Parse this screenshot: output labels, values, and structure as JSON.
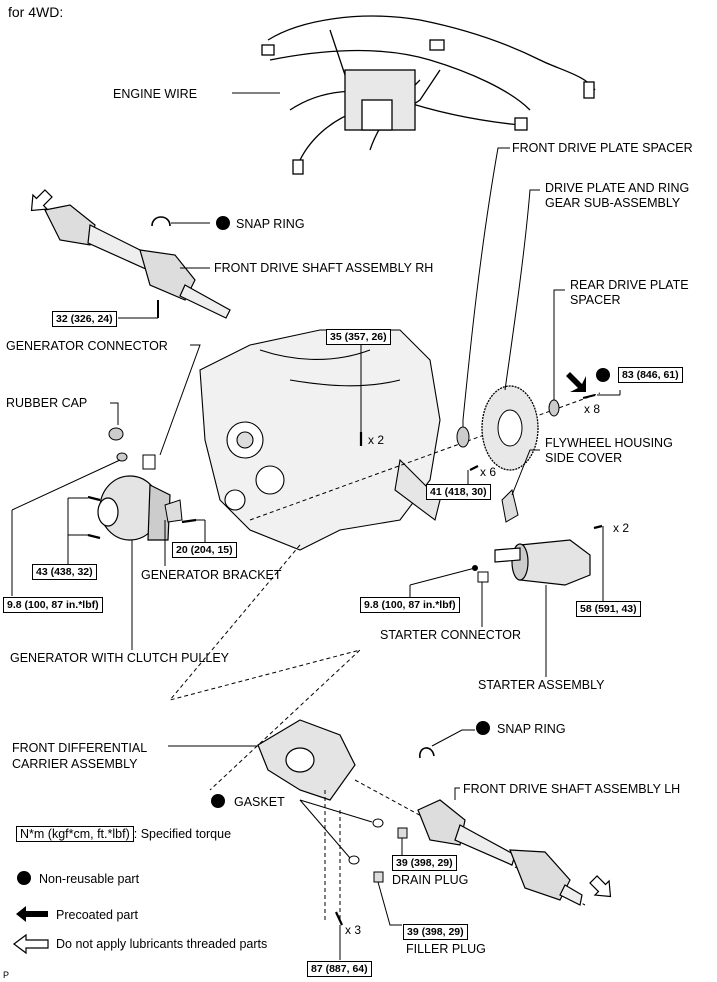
{
  "header": "for 4WD:",
  "labels": {
    "engine_wire": "ENGINE WIRE",
    "front_drive_plate_spacer": "FRONT DRIVE PLATE SPACER",
    "drive_plate": "DRIVE PLATE AND RING\nGEAR SUB-ASSEMBLY",
    "snap_ring_top": "SNAP RING",
    "front_drive_shaft_rh": "FRONT DRIVE SHAFT ASSEMBLY RH",
    "rear_drive_plate_spacer": "REAR DRIVE PLATE\nSPACER",
    "generator_connector": "GENERATOR CONNECTOR",
    "rubber_cap": "RUBBER CAP",
    "flywheel_housing": "FLYWHEEL HOUSING\nSIDE COVER",
    "generator_bracket": "GENERATOR BRACKET",
    "starter_connector": "STARTER CONNECTOR",
    "generator_clutch": "GENERATOR WITH CLUTCH PULLEY",
    "starter_assembly": "STARTER ASSEMBLY",
    "front_diff": "FRONT DIFFERENTIAL\nCARRIER ASSEMBLY",
    "snap_ring_bottom": "SNAP RING",
    "front_drive_shaft_lh": "FRONT DRIVE SHAFT ASSEMBLY LH",
    "gasket": "GASKET",
    "drain_plug": "DRAIN PLUG",
    "filler_plug": "FILLER PLUG"
  },
  "torques": {
    "t32": "32 (326, 24)",
    "t35": "35 (357, 26)",
    "t83": "83 (846, 61)",
    "t41": "41 (418, 30)",
    "t43": "43 (438, 32)",
    "t20": "20 (204, 15)",
    "t98a": "9.8 (100, 87 in.*lbf)",
    "t98b": "9.8 (100, 87 in.*lbf)",
    "t58": "58 (591, 43)",
    "t39a": "39 (398, 29)",
    "t39b": "39 (398, 29)",
    "t87": "87 (887, 64)"
  },
  "multipliers": {
    "x2a": "x 2",
    "x8": "x 8",
    "x6": "x 6",
    "x2b": "x 2",
    "x3": "x 3"
  },
  "legend": {
    "torque_box": "N*m (kgf*cm, ft.*lbf)",
    "torque_text": ": Specified torque",
    "non_reusable": "Non-reusable part",
    "precoated": "Precoated part",
    "no_lube": "Do not apply lubricants threaded parts"
  },
  "footer": "P"
}
